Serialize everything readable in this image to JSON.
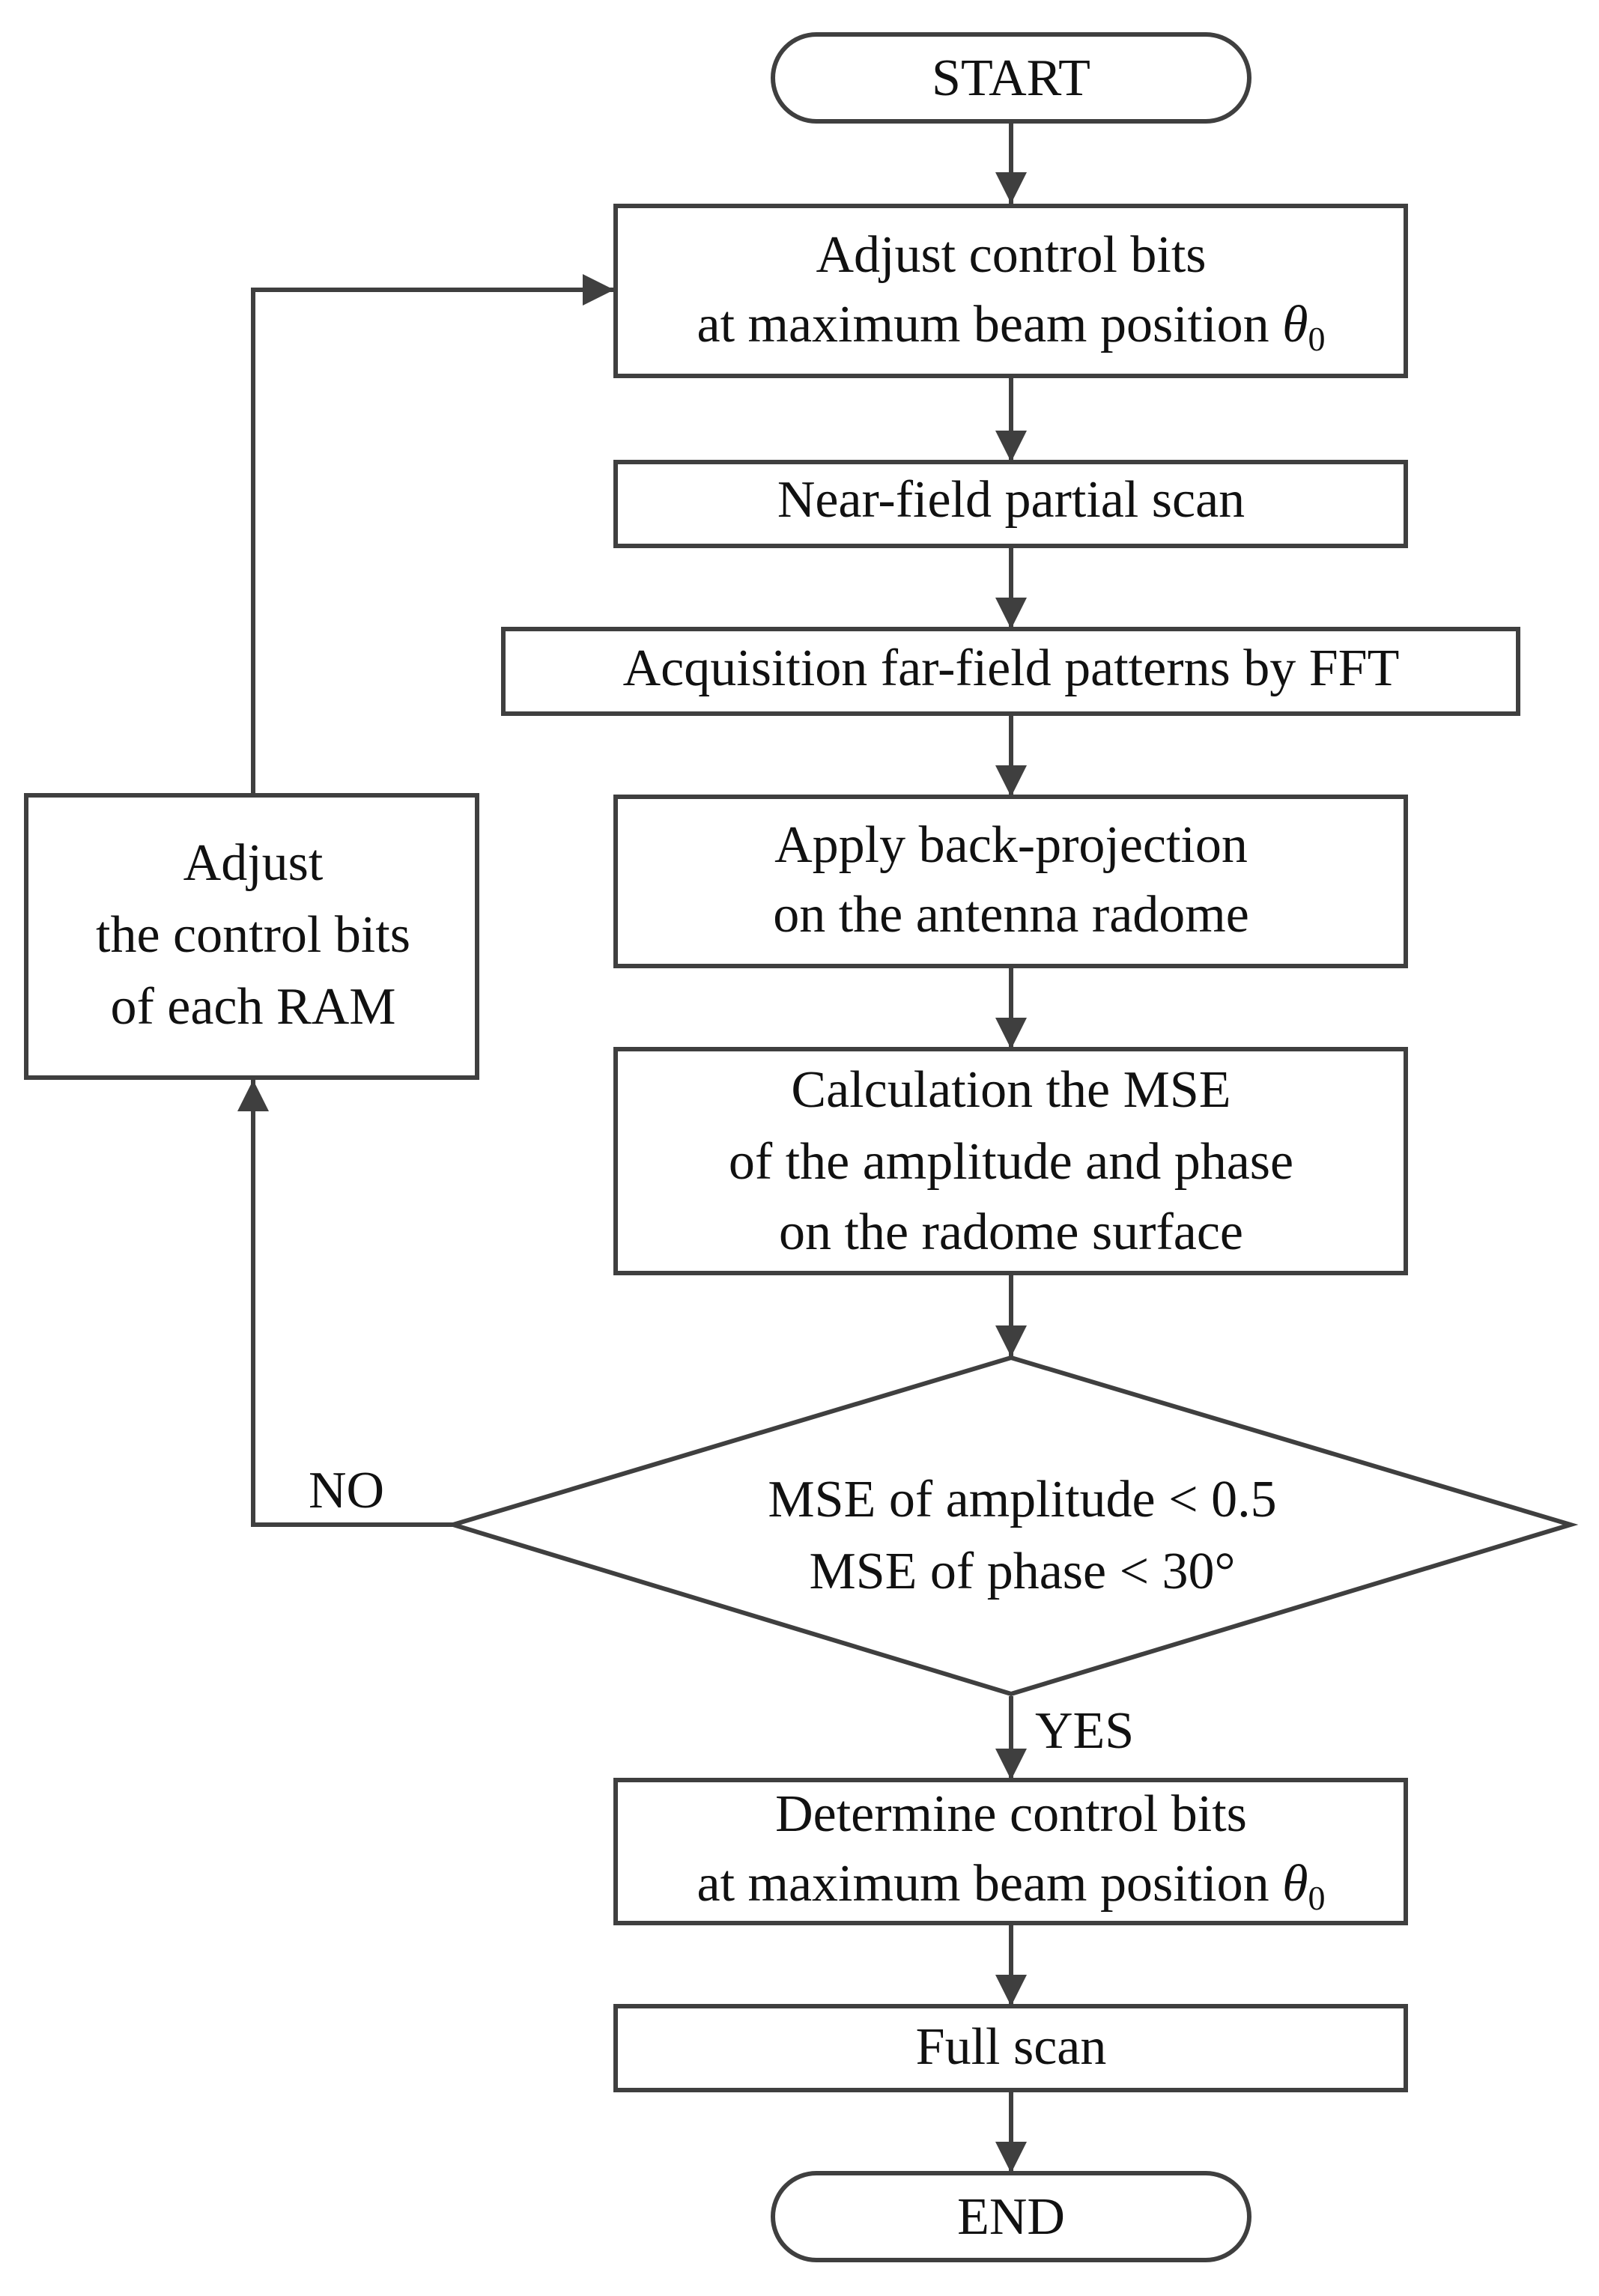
{
  "diagram": {
    "nodes": {
      "start": {
        "lines": [
          "START"
        ]
      },
      "adjust_control_bits": {
        "lines": [
          "Adjust control bits",
          "at maximum beam position "
        ],
        "symbol": "θ",
        "subscript": "0"
      },
      "near_field_scan": {
        "lines": [
          "Near-field partial scan"
        ]
      },
      "acquisition_fft": {
        "lines": [
          "Acquisition far-field patterns by FFT"
        ]
      },
      "back_projection": {
        "lines": [
          "Apply back-projection",
          "on the antenna radome"
        ]
      },
      "calculation_mse": {
        "lines": [
          "Calculation the MSE",
          "of the amplitude and phase",
          "on the radome surface"
        ]
      },
      "decision": {
        "lines": [
          "MSE of amplitude < 0.5",
          "MSE of phase < 30°"
        ]
      },
      "adjust_each_ram": {
        "lines": [
          "Adjust",
          "the control bits",
          "of each RAM"
        ]
      },
      "determine_control_bits": {
        "lines": [
          "Determine control bits",
          "at maximum beam position "
        ],
        "symbol": "θ",
        "subscript": "0"
      },
      "full_scan": {
        "lines": [
          "Full scan"
        ]
      },
      "end": {
        "lines": [
          "END"
        ]
      }
    },
    "edge_labels": {
      "no": "NO",
      "yes": "YES"
    },
    "colors": {
      "stroke": "#3f3f3f",
      "text": "#111111",
      "background": "#ffffff"
    }
  }
}
